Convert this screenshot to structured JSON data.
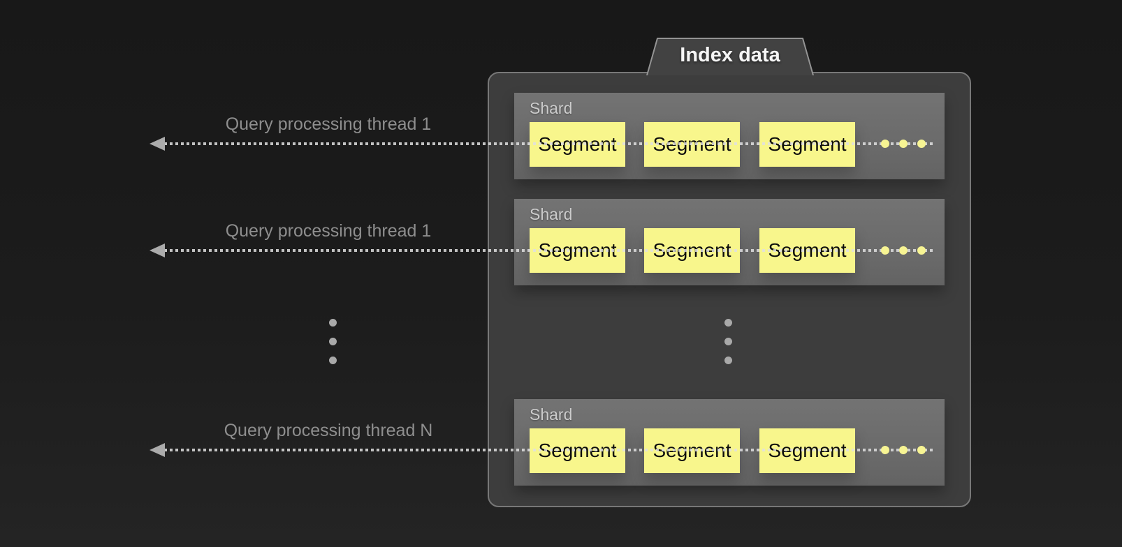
{
  "panel": {
    "tab_label": "Index data"
  },
  "threads": [
    {
      "label": "Query processing thread 1"
    },
    {
      "label": "Query processing thread 1"
    },
    {
      "label": "Query processing thread N"
    }
  ],
  "shards": [
    {
      "label": "Shard",
      "segments": [
        "Segment",
        "Segment",
        "Segment"
      ]
    },
    {
      "label": "Shard",
      "segments": [
        "Segment",
        "Segment",
        "Segment"
      ]
    },
    {
      "label": "Shard",
      "segments": [
        "Segment",
        "Segment",
        "Segment"
      ]
    }
  ],
  "icons": {
    "arrowhead": "left-arrowhead-icon",
    "segment_ellipsis": "horizontal-ellipsis-icon",
    "vertical_ellipsis": "vertical-ellipsis-icon"
  },
  "colors": {
    "background_top": "#181818",
    "background_bottom": "#242424",
    "panel_fill": "#3d3d3d",
    "panel_border": "#787878",
    "tab_text": "#f5f5f5",
    "shard_fill": "#6e6e6e",
    "shard_label_text": "#cbcbcb",
    "segment_fill": "#f8f68c",
    "segment_text": "#0d0d0d",
    "thread_label_text": "#8e8e8e",
    "arrowhead": "#ababab",
    "dash_line": "#e0e0e0",
    "segment_dot": "#f7f493",
    "ellipsis_dot": "#a9a9a9"
  }
}
